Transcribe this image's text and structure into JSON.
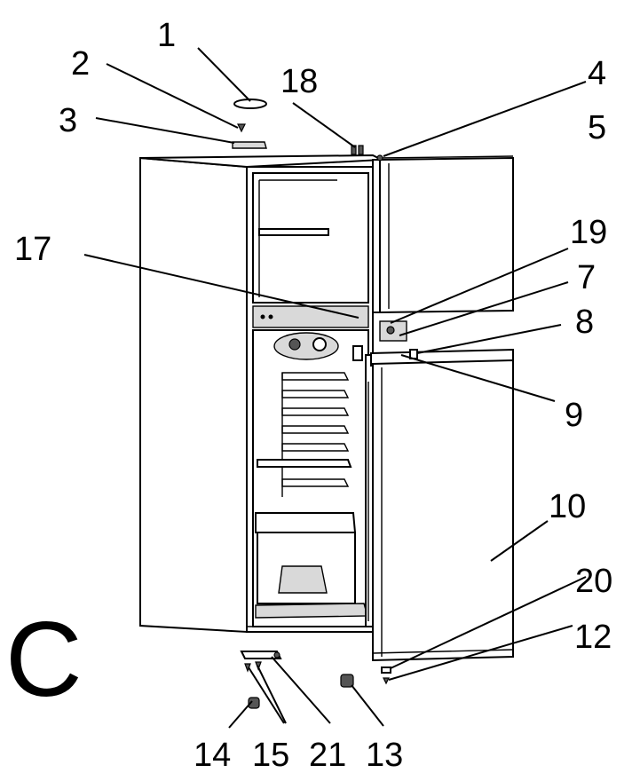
{
  "figure_letter": "C",
  "callouts": [
    {
      "id": "1",
      "text": "1"
    },
    {
      "id": "2",
      "text": "2"
    },
    {
      "id": "3",
      "text": "3"
    },
    {
      "id": "4",
      "text": "4"
    },
    {
      "id": "5",
      "text": "5"
    },
    {
      "id": "7",
      "text": "7"
    },
    {
      "id": "8",
      "text": "8"
    },
    {
      "id": "9",
      "text": "9"
    },
    {
      "id": "10",
      "text": "10"
    },
    {
      "id": "12",
      "text": "12"
    },
    {
      "id": "13",
      "text": "13"
    },
    {
      "id": "14",
      "text": "14"
    },
    {
      "id": "15",
      "text": "15"
    },
    {
      "id": "17",
      "text": "17"
    },
    {
      "id": "18",
      "text": "18"
    },
    {
      "id": "19",
      "text": "19"
    },
    {
      "id": "20",
      "text": "20"
    },
    {
      "id": "21",
      "text": "21"
    }
  ]
}
